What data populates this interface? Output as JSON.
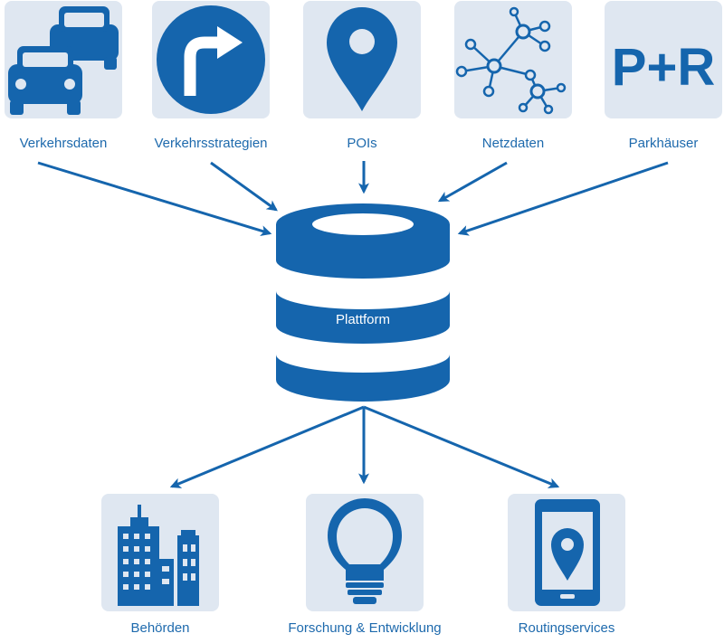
{
  "colors": {
    "primary": "#1565ad",
    "tile_bg": "#dfe7f1",
    "label": "#1e6aad"
  },
  "center": {
    "label": "Plattform",
    "icon": "database-icon"
  },
  "sources": [
    {
      "label": "Verkehrsdaten",
      "icon": "cars-icon"
    },
    {
      "label": "Verkehrsstrategien",
      "icon": "turn-right-sign-icon"
    },
    {
      "label": "POIs",
      "icon": "map-pin-icon"
    },
    {
      "label": "Netzdaten",
      "icon": "network-graph-icon"
    },
    {
      "label": "Parkhäuser",
      "icon": "park-and-ride-icon",
      "glyph": "P+R"
    }
  ],
  "consumers": [
    {
      "label": "Behörden",
      "icon": "buildings-icon"
    },
    {
      "label": "Forschung & Entwicklung",
      "icon": "light-bulb-icon"
    },
    {
      "label": "Routingservices",
      "icon": "smartphone-pin-icon"
    }
  ]
}
